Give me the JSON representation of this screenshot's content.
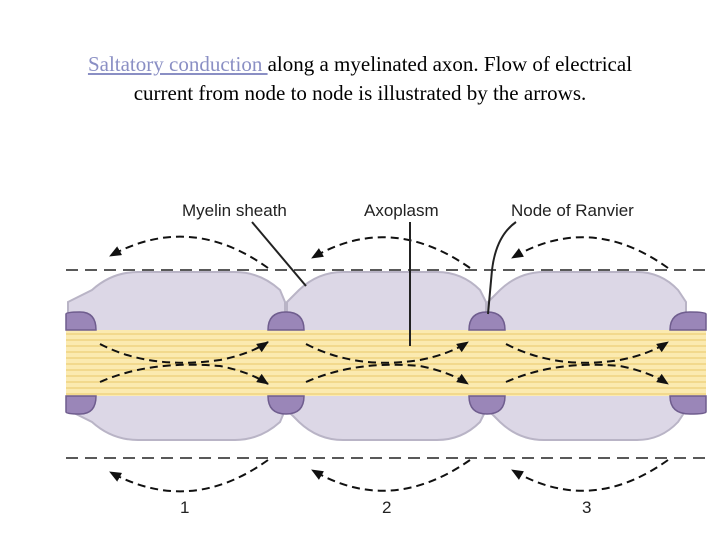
{
  "caption": {
    "link_text": "Saltatory conduction ",
    "rest_text": "along a myelinated axon. Flow of electrical current from node to node is illustrated by the arrows."
  },
  "diagram": {
    "labels": {
      "myelin_sheath": "Myelin sheath",
      "axoplasm": "Axoplasm",
      "node_of_ranvier": "Node of Ranvier"
    },
    "segment_numbers": [
      "1",
      "2",
      "3"
    ],
    "colors": {
      "myelin_fill": "#dcd7e6",
      "myelin_stroke": "#b9b4c6",
      "node_fill": "#9a86b8",
      "node_stroke": "#6f5d8e",
      "axoplasm_fill": "#fbeab0",
      "axoplasm_stripe": "#e8c86a",
      "arrow": "#111111"
    }
  }
}
